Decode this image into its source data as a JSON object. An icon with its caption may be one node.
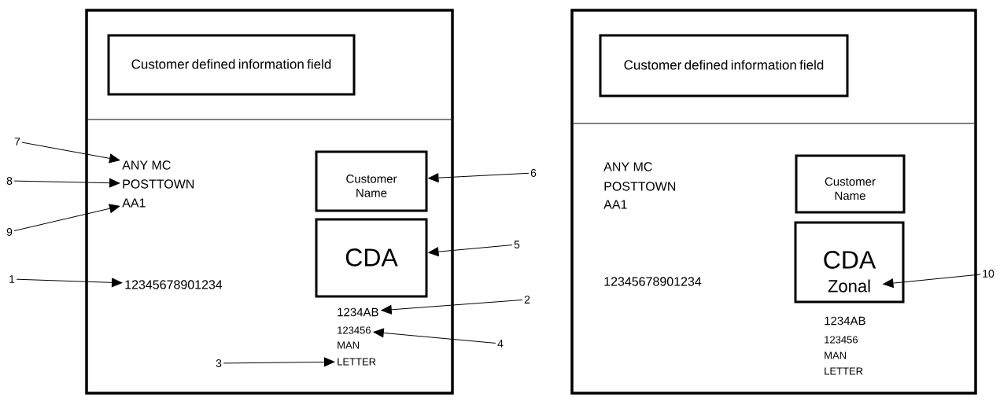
{
  "diagram": {
    "nodes": [
      {
        "text": [],
        "shape": "box"
      },
      {
        "text": [
          "Customer defined information field"
        ],
        "in": 0
      },
      {
        "text": [
          "7"
        ]
      },
      {
        "text": [
          "ANY MC"
        ],
        "in": 0
      },
      {
        "text": [
          "8"
        ]
      },
      {
        "text": [
          "POSTTOWN"
        ],
        "in": 0
      },
      {
        "text": [
          "9"
        ]
      },
      {
        "text": [
          "AA1"
        ],
        "in": 0
      },
      {
        "text": [
          "Customer Name"
        ],
        "in": 0
      },
      {
        "text": [
          "6"
        ]
      },
      {
        "text": [
          "CDA"
        ],
        "in": 0
      },
      {
        "text": [
          "5"
        ]
      },
      {
        "text": [
          "1"
        ]
      },
      {
        "text": [
          "12345678901234"
        ],
        "in": 0
      },
      {
        "text": [
          "1234AB"
        ],
        "in": 0
      },
      {
        "text": [
          "2"
        ]
      },
      {
        "text": [
          "123456"
        ],
        "in": 0
      },
      {
        "text": [
          "4"
        ]
      },
      {
        "text": [
          "MAN"
        ],
        "in": 0
      },
      {
        "text": [
          "3"
        ],
        "in": 0
      },
      {
        "text": [
          "LETTER"
        ],
        "in": 0
      },
      {
        "text": [],
        "shape": "box"
      },
      {
        "text": [
          "Customer defined information field"
        ],
        "in": 21
      },
      {
        "text": [
          "ANY MC"
        ],
        "in": 21
      },
      {
        "text": [
          "POSTTOWN"
        ],
        "in": 21
      },
      {
        "text": [
          "AA1"
        ],
        "in": 21
      },
      {
        "text": [
          "Customer Name"
        ],
        "in": 21
      },
      {
        "text": [
          "CDA",
          "Zonal"
        ],
        "in": 21
      },
      {
        "text": [
          "12345678901234"
        ],
        "in": 21
      },
      {
        "text": [
          "1234AB"
        ],
        "in": 21
      },
      {
        "text": [
          "123456"
        ],
        "in": 21
      },
      {
        "text": [
          "MAN"
        ],
        "in": 21
      },
      {
        "text": [
          "LETTER"
        ],
        "in": 21
      },
      {
        "text": [
          "10"
        ]
      }
    ],
    "edges": [
      {
        "from": 2,
        "to": 3,
        "arrow": "to"
      },
      {
        "from": 4,
        "to": 5,
        "arrow": "to"
      },
      {
        "from": 6,
        "to": 7,
        "arrow": "to"
      },
      {
        "from": 9,
        "to": 8,
        "arrow": "to"
      },
      {
        "from": 11,
        "to": 10,
        "arrow": "to"
      },
      {
        "from": 12,
        "to": 13,
        "arrow": "to"
      },
      {
        "from": 15,
        "to": 14,
        "arrow": "to"
      },
      {
        "from": 17,
        "to": 16,
        "arrow": "to"
      },
      {
        "from": 19,
        "to": 20,
        "arrow": "to"
      },
      {
        "from": 33,
        "to": 27,
        "arrow": "to"
      }
    ]
  }
}
